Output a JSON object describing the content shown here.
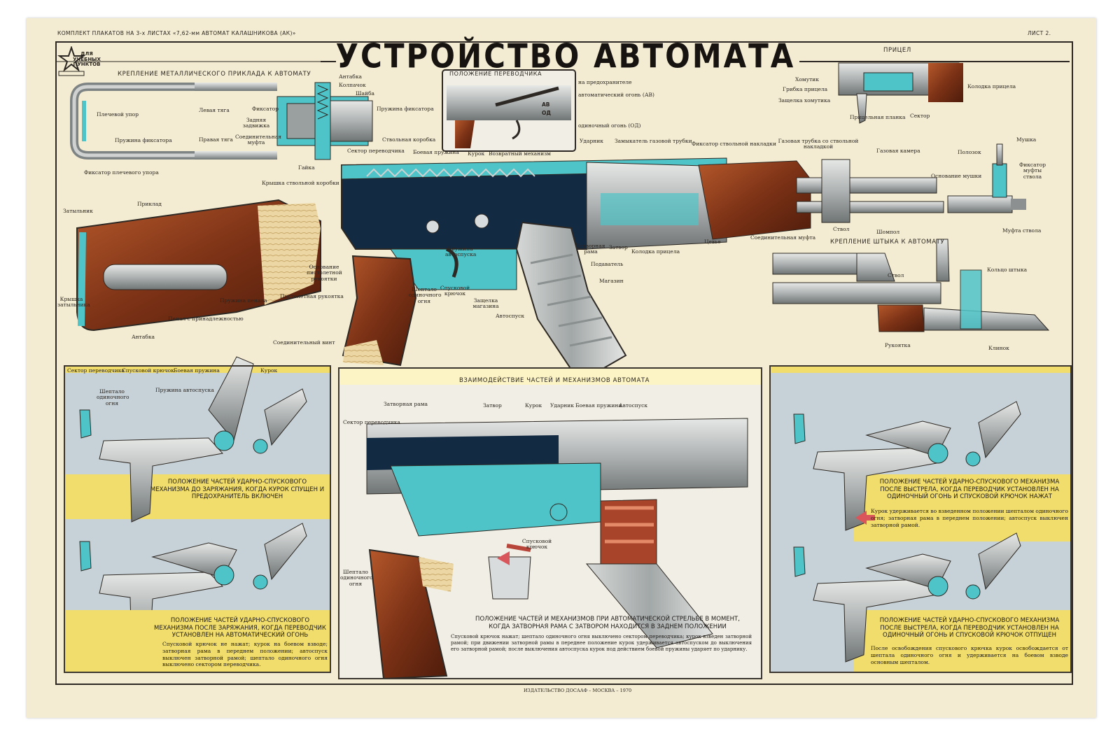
{
  "poster": {
    "series_line": "КОМПЛЕКТ ПЛАКАТОВ НА 3-х ЛИСТАХ «7,62-мм АВТОМАТ КАЛАШНИКОВА (АК)»",
    "sheet": "ЛИСТ 2.",
    "title": "УСТРОЙСТВО АВТОМАТА",
    "emblem_text": "ДЛЯ УЧЕБНЫХ ПУНКТОВ"
  },
  "stock_section": {
    "title": "КРЕПЛЕНИЕ МЕТАЛЛИЧЕСКОГО ПРИКЛАДА К АВТОМАТУ",
    "labels": {
      "shoulder_rest": "Плечевой упор",
      "latch_spring": "Пружина фиксатора",
      "shoulder_latch": "Фиксатор плечевого упора",
      "left_rod": "Левая тяга",
      "right_rod": "Правая тяга",
      "latch": "Фиксатор",
      "rear_plate": "Задняя задвижка",
      "coupling": "Соединительная муфта",
      "nut": "Гайка",
      "sling_swivel": "Антабка",
      "cap": "Колпачок",
      "washer": "Шайба",
      "latch_spring_2": "Пружина фиксатора"
    }
  },
  "selector_section": {
    "title": "ПОЛОЖЕНИЕ ПЕРЕВОДЧИКА",
    "positions": [
      "на предохранителе",
      "автоматический огонь (АВ)",
      "одиночный огонь (ОД)"
    ],
    "marks": [
      "АВ",
      "ОД"
    ]
  },
  "sight_section": {
    "title": "ПРИЦЕЛ",
    "labels": {
      "clamp": "Хомутик",
      "clamp_face": "Грибка прицела",
      "clamp_latch": "Защелка хомутика",
      "sight_base": "Колодка прицела",
      "sight_leaf": "Прицельная планка",
      "sector": "Сектор"
    }
  },
  "front_sight": {
    "labels": {
      "front_sight": "Мушка",
      "slide": "Полозок",
      "front_sight_base": "Основание мушки",
      "muzzle_latch": "Фиксатор муфты ствола",
      "muzzle_nut": "Муфта ствола"
    }
  },
  "bayonet_section": {
    "title": "КРЕПЛЕНИЕ ШТЫКА К АВТОМАТУ",
    "labels": {
      "barrel": "Ствол",
      "ring": "Кольцо штыка",
      "handle": "Рукоятка",
      "blade": "Клинок"
    }
  },
  "rifle_labels": {
    "butt_plate": "Затыльник",
    "stock": "Приклад",
    "butt_cap": "Крышка затыльника",
    "swivel": "Антабка",
    "kit_case": "Пенал с принадлежностью",
    "case_spring": "Пружина пенала",
    "pistol_grip": "Пистолетная рукоятка",
    "grip_base": "Основание пистолетной рукоятки",
    "connector_screw": "Соединительный винт",
    "receiver_cover": "Крышка ствольной коробки",
    "receiver": "Ствольная коробка",
    "selector": "Сектор переводчика",
    "mainspring": "Боевая пружина",
    "hammer": "Курок",
    "return_mech": "Возвратный механизм",
    "striker": "Ударник",
    "gas_tube_latch": "Замыкатель газовой трубки",
    "barrel_guard_latch": "Фиксатор ствольной накладки",
    "gas_tube": "Газовая трубка со ствольной накладкой",
    "gas_chamber": "Газовая камера",
    "barrel": "Ствол",
    "ramrod": "Шомпол",
    "coupling": "Соединительная муфта",
    "forend": "Цевье",
    "sight_base": "Колодка прицела",
    "bolt": "Затвор",
    "bolt_carrier": "Затворная рама",
    "follower": "Подаватель",
    "magazine": "Магазин",
    "mag_catch": "Защелка магазина",
    "disconnector_spring": "Пружина автоспуска",
    "disconnector": "Автоспуск",
    "trigger": "Спусковой крючок",
    "single_sear": "Шептало одиночного огня"
  },
  "interaction_section": {
    "title": "ВЗАИМОДЕЙСТВИЕ ЧАСТЕЙ И МЕХАНИЗМОВ АВТОМАТА",
    "labels": [
      "Затворная рама",
      "Затвор",
      "Курок",
      "Ударник",
      "Боевая пружина",
      "Автоспуск",
      "Сектор переводчика",
      "Спусковой крючок",
      "Шептало одиночного огня"
    ],
    "caption": "ПОЛОЖЕНИЕ ЧАСТЕЙ И МЕХАНИЗМОВ ПРИ АВТОМАТИЧЕСКОЙ СТРЕЛЬБЕ В МОМЕНТ, КОГДА ЗАТВОРНАЯ РАМА С ЗАТВОРОМ НАХОДИТСЯ В ЗАДНЕМ ПОЛОЖЕНИИ",
    "note": "Спусковой крючок нажат; шептало одиночного огня выключено сектором переводчика; курок взведен затворной рамой; при движении затворной рамы в переднее положение курок удерживается автоспуском до выключения его затворной рамой; после выключения автоспуска курок под действием боевой пружины ударяет по ударнику."
  },
  "left_panel": {
    "labels": [
      "Сектор переводчика",
      "Спусковой крючок",
      "Боевая пружина",
      "Курок",
      "Пружина автоспуска",
      "Шептало одиночного огня"
    ],
    "caption_top": "ПОЛОЖЕНИЕ ЧАСТЕЙ УДАРНО-СПУСКОВОГО МЕХАНИЗМА ДО ЗАРЯЖАНИЯ, КОГДА КУРОК СПУЩЕН И ПРЕДОХРАНИТЕЛЬ ВКЛЮЧЕН",
    "caption_bottom": "ПОЛОЖЕНИЕ ЧАСТЕЙ УДАРНО-СПУСКОВОГО МЕХАНИЗМА ПОСЛЕ ЗАРЯЖАНИЯ, КОГДА ПЕРЕВОДЧИК УСТАНОВЛЕН НА АВТОМАТИЧЕСКИЙ ОГОНЬ",
    "note_bottom": "Спусковой крючок не нажат; курок на боевом взводе; затворная рама в переднем положении; автоспуск выключен затворной рамой; шептало одиночного огня выключено сектором переводчика."
  },
  "right_panel": {
    "caption_top": "ПОЛОЖЕНИЕ ЧАСТЕЙ УДАРНО-СПУСКОВОГО МЕХАНИЗМА ПОСЛЕ ВЫСТРЕЛА, КОГДА ПЕРЕВОДЧИК УСТАНОВЛЕН НА ОДИНОЧНЫЙ ОГОНЬ И СПУСКОВОЙ КРЮЧОК НАЖАТ",
    "note_top": "Курок удерживается во взведенном положении шепталом одиночного огня; затворная рама в переднем положении; автоспуск выключен затворной рамой.",
    "caption_bottom": "ПОЛОЖЕНИЕ ЧАСТЕЙ УДАРНО-СПУСКОВОГО МЕХАНИЗМА ПОСЛЕ ВЫСТРЕЛА, КОГДА ПЕРЕВОДЧИК УСТАНОВЛЕН НА ОДИНОЧНЫЙ ОГОНЬ И СПУСКОВОЙ КРЮЧОК ОТПУЩЕН",
    "note_bottom": "После освобождения спускового крючка курок освобождается от шептала одиночного огня и удерживается на боевом взводе основным шепталом."
  },
  "footer": {
    "publisher": "ИЗДАТЕЛЬСТВО ДОСААФ – МОСКВА – 1970"
  },
  "colors": {
    "paper": "#f3ecd2",
    "cyan": "#4fc4c8",
    "dark_blue": "#132a43",
    "wood": "#8a3b1c",
    "steel": "#b8bbbb",
    "yellow": "#f1dd6b"
  }
}
